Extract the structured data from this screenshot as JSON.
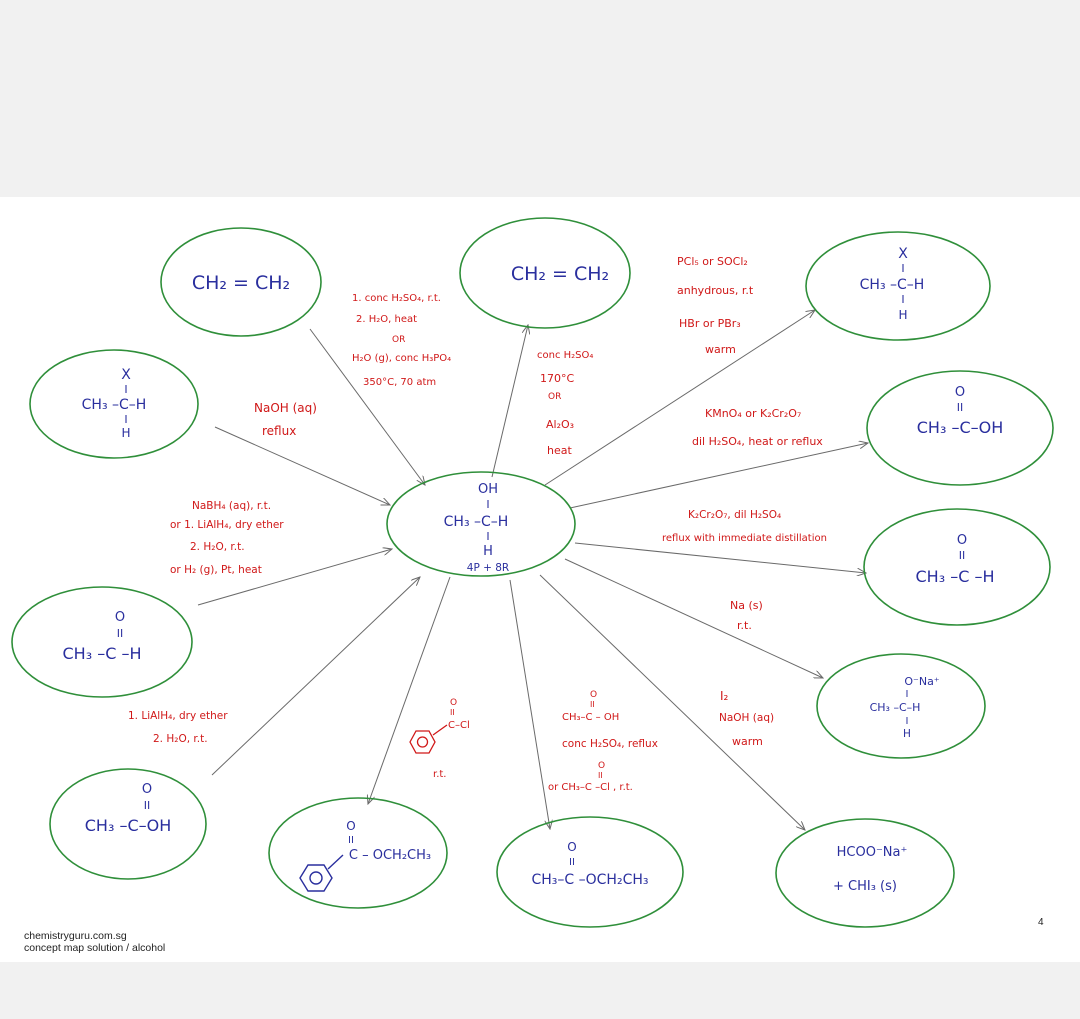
{
  "center": {
    "l1": "OH",
    "l2": "I",
    "l3": "CH₃ –C–H",
    "l4": "I",
    "l5": "H",
    "label": "4P + 8R"
  },
  "nodes": {
    "ethene_a": "CH₂ = CH₂",
    "ethene_b": "CH₂ = CH₂",
    "haloalkane_left": {
      "top": "X",
      "bar1": "I",
      "main": "CH₃ –C–H",
      "bar2": "I",
      "bottom": "H"
    },
    "haloalkane_right": {
      "top": "X",
      "bar1": "I",
      "main": "CH₃ –C–H",
      "bar2": "I",
      "bottom": "H"
    },
    "ethanal_left": {
      "top": "O",
      "bond": "II",
      "main": "CH₃ –C –H"
    },
    "ethanal_right": {
      "top": "O",
      "bond": "II",
      "main": "CH₃ –C –H"
    },
    "acid_left": {
      "top": "O",
      "bond": "II",
      "main": "CH₃ –C–OH"
    },
    "acid_right": {
      "top": "O",
      "bond": "II",
      "main": "CH₃ –C–OH"
    },
    "phenyl_ester": {
      "top": "O",
      "bond": "II",
      "main": "C – OCH₂CH₃"
    },
    "ethyl_ethanoate": {
      "top": "O",
      "bond": "II",
      "main": "CH₃–C –OCH₂CH₃"
    },
    "alkoxide": {
      "top": "O⁻Na⁺",
      "bar1": "I",
      "main": "CH₃ –C–H",
      "bar2": "I",
      "bottom": "H"
    },
    "iodoform": {
      "l1": "HCOO⁻Na⁺",
      "l2": "+ CHI₃ (s)"
    }
  },
  "conditions": {
    "hydration": [
      "1. conc H₂SO₄, r.t.",
      "2. H₂O, heat",
      "OR",
      "H₂O (g), conc H₃PO₄",
      "350°C, 70 atm"
    ],
    "dehydration": [
      "conc H₂SO₄",
      "170°C",
      "OR",
      "Al₂O₃",
      "heat"
    ],
    "halogenation": [
      "PCl₅ or SOCl₂",
      "anhydrous, r.t",
      "HBr or PBr₃",
      "warm"
    ],
    "hydrolysis": [
      "NaOH (aq)",
      "reflux"
    ],
    "full_oxidation": [
      "KMnO₄ or K₂Cr₂O₇",
      "dil H₂SO₄, heat or reflux"
    ],
    "reduction_ethanal": [
      "NaBH₄ (aq), r.t.",
      "or 1. LiAlH₄, dry ether",
      "2. H₂O, r.t.",
      "or H₂ (g), Pt, heat"
    ],
    "partial_oxidation": [
      "K₂Cr₂O₇, dil H₂SO₄",
      "reflux with immediate distillation"
    ],
    "sodium": [
      "Na (s)",
      "r.t."
    ],
    "reduction_acid": [
      "1. LiAlH₄, dry ether",
      "2. H₂O, r.t."
    ],
    "acyl_chloride": {
      "top": "O",
      "bond": "II",
      "group": "C–Cl",
      "cond": "r.t."
    },
    "esterification": {
      "top": "O",
      "bond": "II",
      "acid": "CH₃–C – OH",
      "cond": "conc H₂SO₄, reflux",
      "alt_top": "O",
      "alt_bond": "II",
      "alt": "or CH₃–C –Cl , r.t."
    },
    "iodoform_test": [
      "I₂",
      "NaOH (aq)",
      "warm"
    ]
  },
  "footer": {
    "line1": "chemistryguru.com.sg",
    "line2": "concept map solution / alcohol",
    "page": "4"
  }
}
